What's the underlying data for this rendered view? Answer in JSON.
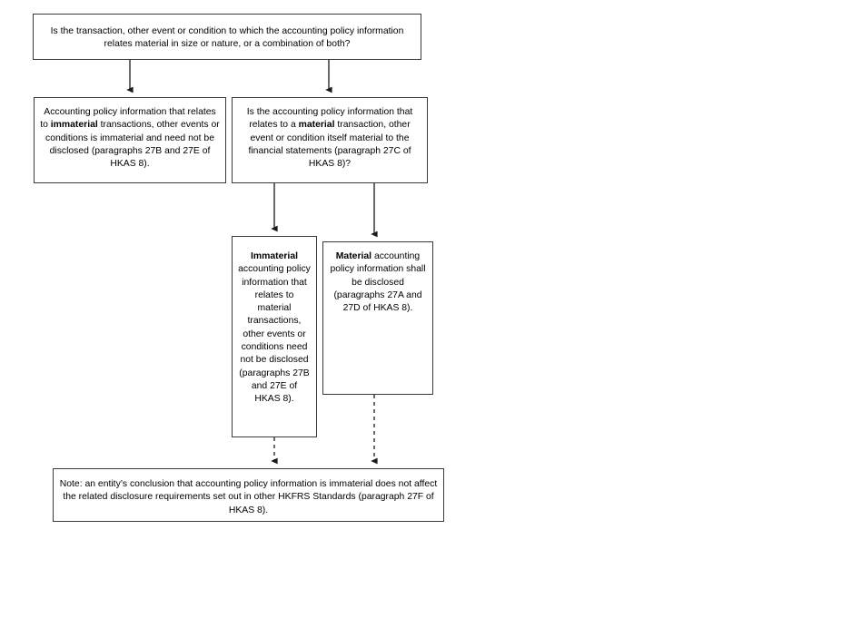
{
  "diagram": {
    "title": "Accounting policy information materiality decision flowchart",
    "background_color": "#ffffff",
    "box_border_color": "#3a3a3a",
    "connector_color": "#1a1a1a",
    "nodes": {
      "q1": {
        "id": "question-materiality",
        "kind": "decision",
        "text": "Is the transaction, other event or condition to which the accounting policy information relates material in size or nature, or a combination of both?"
      },
      "immaterial_outcome": {
        "id": "immaterial-transactions-outcome",
        "kind": "outcome",
        "text_pre": "Accounting policy information that relates to ",
        "text_bold": "immaterial",
        "text_post": " transactions, other events or conditions is immaterial and need not be disclosed (paragraphs 27B and 27E of HKAS 8)."
      },
      "q2": {
        "id": "question-policy-information-material",
        "kind": "decision",
        "text_pre": "Is the accounting policy information that relates to a ",
        "text_bold": "material",
        "text_post": " transaction, other event or condition itself   material to the financial statements (paragraph 27C of HKAS 8)?"
      },
      "immaterial_detail": {
        "id": "immaterial-policy-information",
        "kind": "outcome",
        "text_bold": "Immaterial",
        "text_post": " accounting policy information that relates to material transactions, other events or conditions need not be disclosed (paragraphs 27B and 27E of HKAS 8)."
      },
      "material_detail": {
        "id": "material-policy-information",
        "kind": "outcome",
        "text_bold": "Material",
        "text_post": " accounting policy information shall be disclosed (paragraphs 27A and 27D of HKAS 8)."
      },
      "note": {
        "id": "note-disclosure-requirements",
        "kind": "note",
        "text": "Note: an entity’s conclusion that accounting policy information is immaterial does not affect the related disclosure requirements set out in other HKFRS Standards (paragraph 27F of HKAS 8)."
      }
    },
    "connectors": [
      {
        "name": "q1-to-immaterial-outcome",
        "style": "solid",
        "arrowhead": "filled-triangle"
      },
      {
        "name": "q1-to-q2",
        "style": "solid",
        "arrowhead": "filled-triangle"
      },
      {
        "name": "q2-to-immaterial-detail",
        "style": "solid",
        "arrowhead": "filled-triangle"
      },
      {
        "name": "q2-to-material-detail",
        "style": "solid",
        "arrowhead": "filled-triangle"
      },
      {
        "name": "immaterial-detail-to-note",
        "style": "dashed",
        "arrowhead": "filled-triangle"
      },
      {
        "name": "material-detail-to-note",
        "style": "dashed",
        "arrowhead": "filled-triangle"
      }
    ]
  }
}
